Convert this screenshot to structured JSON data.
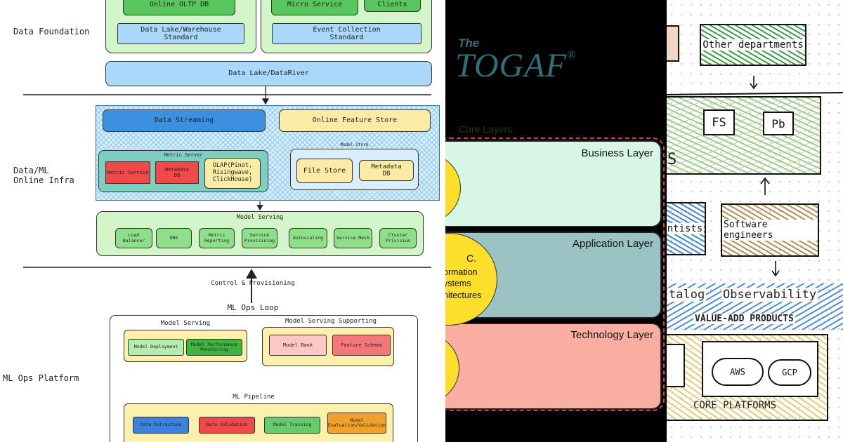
{
  "left": {
    "section_labels": {
      "data_foundation": "Data Foundation",
      "online_infra": "Data/ML\nOnline Infra",
      "ml_ops": "ML Ops Platform"
    },
    "top": {
      "oltp": "Online OLTP DB",
      "micro": "Micro Service",
      "clients": "Clients",
      "lake_std": "Data Lake/Warehouse\nStandard",
      "event_std": "Event Collection\nStandard",
      "datariver": "Data Lake/DataRiver"
    },
    "infra": {
      "streaming": "Data Streaming",
      "feature_store": "Online Feature Store",
      "metric_server": "Metric Server",
      "metric_service": "Metric Service",
      "metadata_db": "MetaData\nDB",
      "olap": "OLAP(Pinot,\nRisingwave,\nClickHouse)",
      "model_store": "Model Store",
      "file_store": "File Store",
      "model_metadata": "Metadata\nDB"
    },
    "serving": {
      "title": "Model Serving",
      "items": [
        "Load\nBalancer",
        "DNS",
        "Metric\nReporting",
        "Service\nProvisining",
        "Autoscaling",
        "Service Mesh",
        "Cluster\nPrivision"
      ]
    },
    "mlops": {
      "control": "Control & Provisioning",
      "loop": "ML Ops Loop",
      "serving_title": "Model Serving",
      "deployment": "Model Deployment",
      "perf": "Model Performance\nMonitoring",
      "supporting_title": "Model Serving Supporting",
      "bank": "Model Bank",
      "schema": "Feature Schema",
      "pipeline_title": "ML Pipeline",
      "extraction": "Data Extraction",
      "validation": "Data Validation",
      "training": "Model Training",
      "evaluation": "Model\nEvaluation/Validation"
    }
  },
  "mid": {
    "the": "The",
    "togaf": "TOGAF",
    "reg": "®",
    "core": "Core Layers",
    "business": "Business Layer",
    "application": "Application Layer",
    "technology": "Technology Layer",
    "circle_c": "C.",
    "circle_text": "ormation\nystems\nnitectures"
  },
  "right": {
    "other_dept": "Other departments",
    "fs": "FS",
    "pb": "Pb",
    "s_frag": "S",
    "ntists": "ntists",
    "software": "Software engineers",
    "talog": "talog",
    "observability": "Observability",
    "value_add": "VALUE-ADD PRODUCTS",
    "aws": "AWS",
    "gcp": "GCP",
    "core_platforms": "CORE PLATFORMS"
  }
}
